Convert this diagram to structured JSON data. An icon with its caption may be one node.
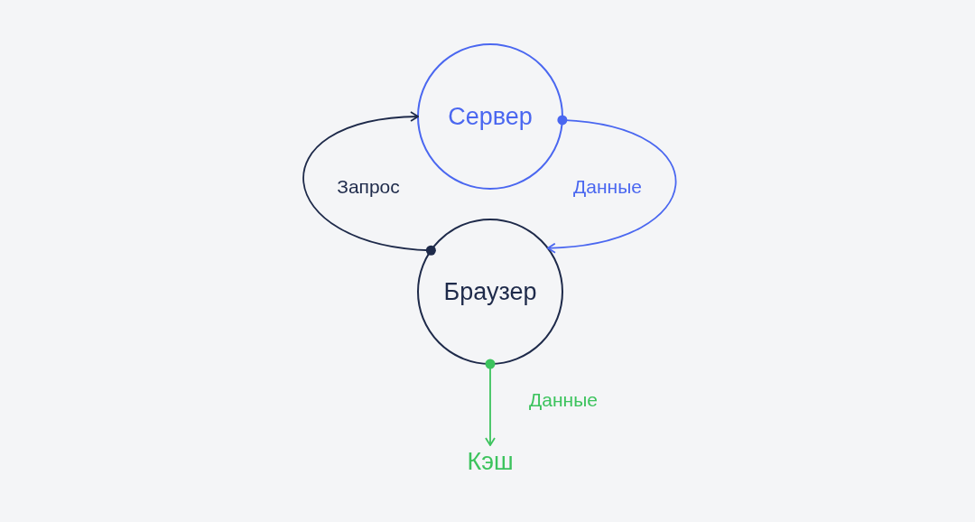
{
  "diagram": {
    "nodes": [
      {
        "text": [
          "Сервер"
        ]
      },
      {
        "text": [
          "Браузер"
        ]
      },
      {
        "text": [
          "Кэш"
        ]
      }
    ],
    "edges": [
      {
        "from": 1,
        "to": 0,
        "arrow": "to",
        "label": "Запрос",
        "color": "#1e2a4a"
      },
      {
        "from": 0,
        "to": 1,
        "arrow": "to",
        "label": "Данные",
        "color": "#4a67f0"
      },
      {
        "from": 1,
        "to": 2,
        "arrow": "to",
        "label": "Данные",
        "color": "#3cc35d"
      }
    ]
  }
}
